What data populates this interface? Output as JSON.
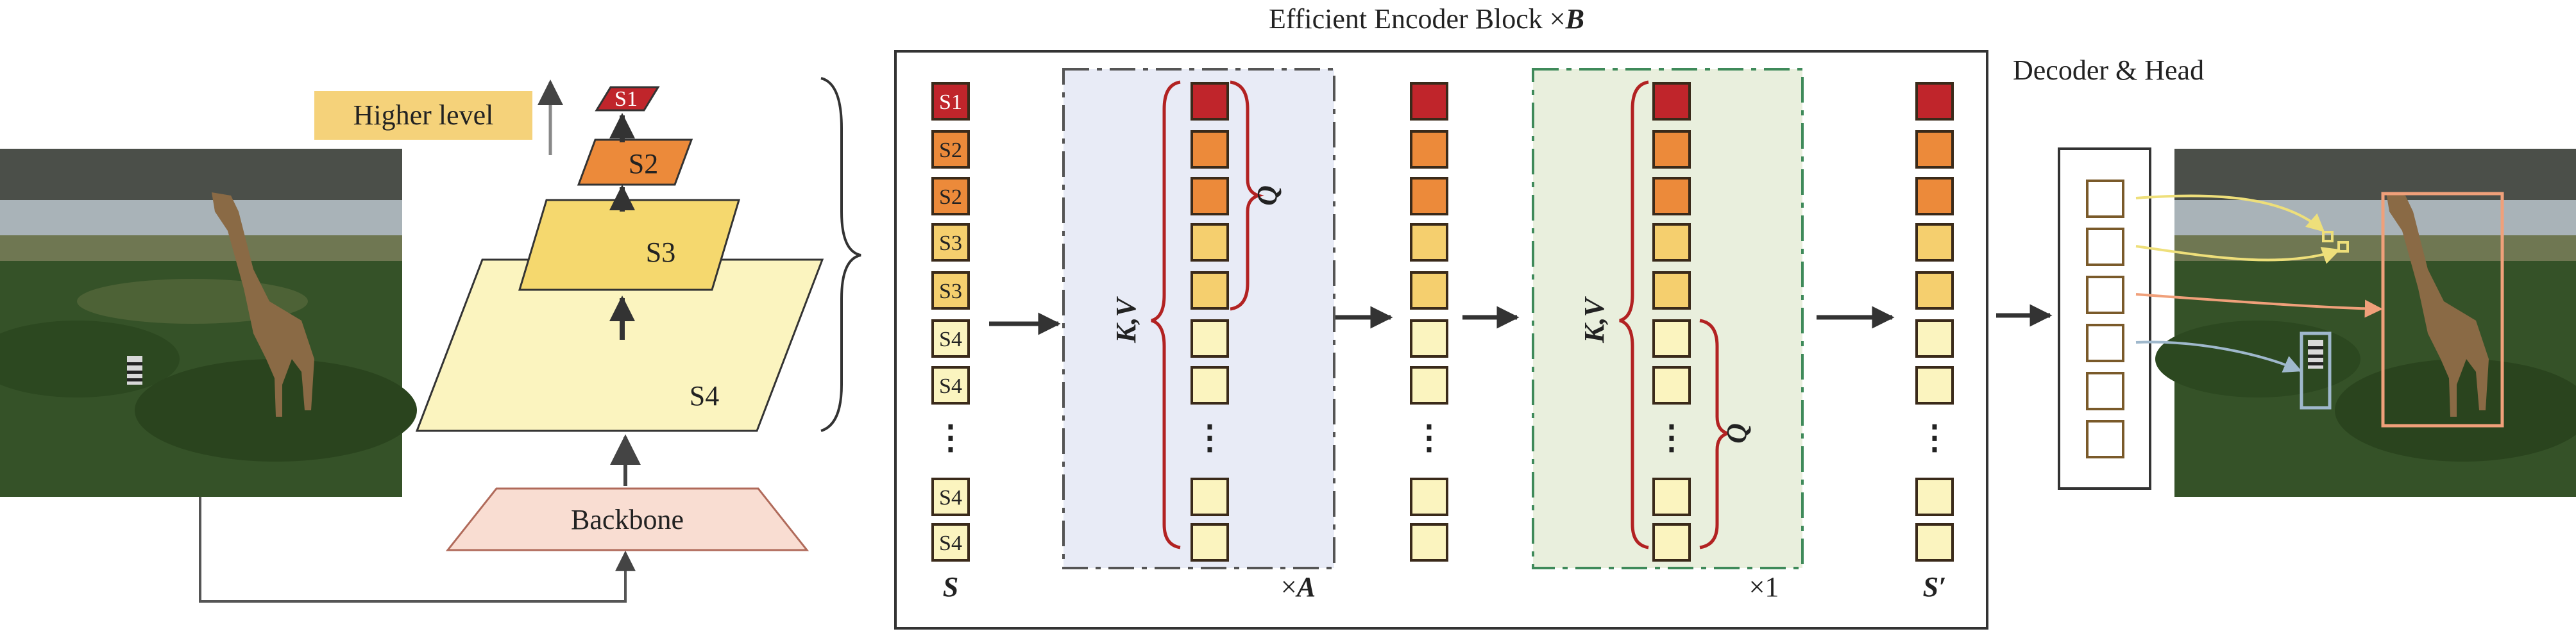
{
  "title": {
    "prefix": "Efficient Encoder Block ×",
    "var": "B"
  },
  "higher_level": "Higher level",
  "backbone": "Backbone",
  "pyramid_levels": [
    "S1",
    "S2",
    "S3",
    "S4"
  ],
  "decoder_head": "Decoder & Head",
  "tokens": [
    "S1",
    "S2",
    "S2",
    "S3",
    "S3",
    "S4",
    "S4",
    "S4",
    "S4"
  ],
  "input_label": "S",
  "output_label": "S′",
  "q_label": "Q",
  "kv_label": "K,V",
  "repeat_a": {
    "prefix": "×",
    "var": "A"
  },
  "repeat_1": "×1",
  "colors": {
    "s1": "#c0252b",
    "s2": "#ec8a3a",
    "s3": "#f5cf6e",
    "s4": "#fbf4bf",
    "panel_a": "#e8ebf6",
    "panel_b": "#e9efdd",
    "backbone_fill": "#f9ddd2",
    "brace_red": "#b22222",
    "label_box": "#f5d27a"
  }
}
